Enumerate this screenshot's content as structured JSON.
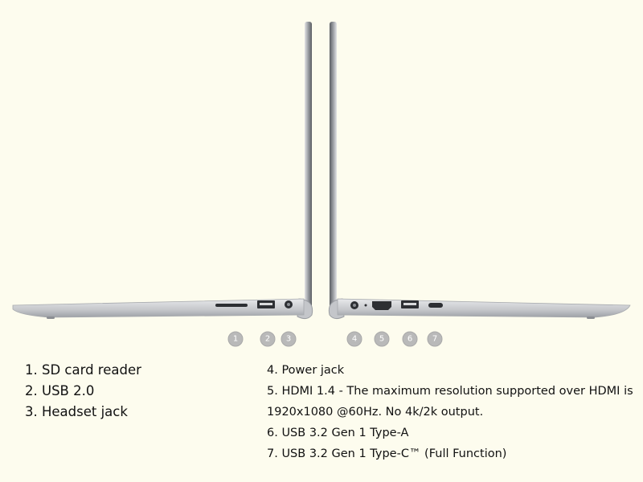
{
  "colors": {
    "background": "#fdfcee",
    "laptop_silver": "#c9cbcf",
    "laptop_dark": "#4a4d52",
    "callout": "#b9b9b9"
  },
  "callouts": [
    "1",
    "2",
    "3",
    "4",
    "5",
    "6",
    "7"
  ],
  "legend_left": [
    "1. SD card reader",
    "2. USB 2.0",
    "3. Headset jack"
  ],
  "legend_right": [
    "4. Power jack",
    "5. HDMI 1.4 - The maximum resolution supported over HDMI is",
    "1920x1080 @60Hz. No 4k/2k output.",
    "6. USB 3.2 Gen 1 Type-A",
    "7. USB 3.2 Gen 1 Type-C™ (Full Function)"
  ]
}
